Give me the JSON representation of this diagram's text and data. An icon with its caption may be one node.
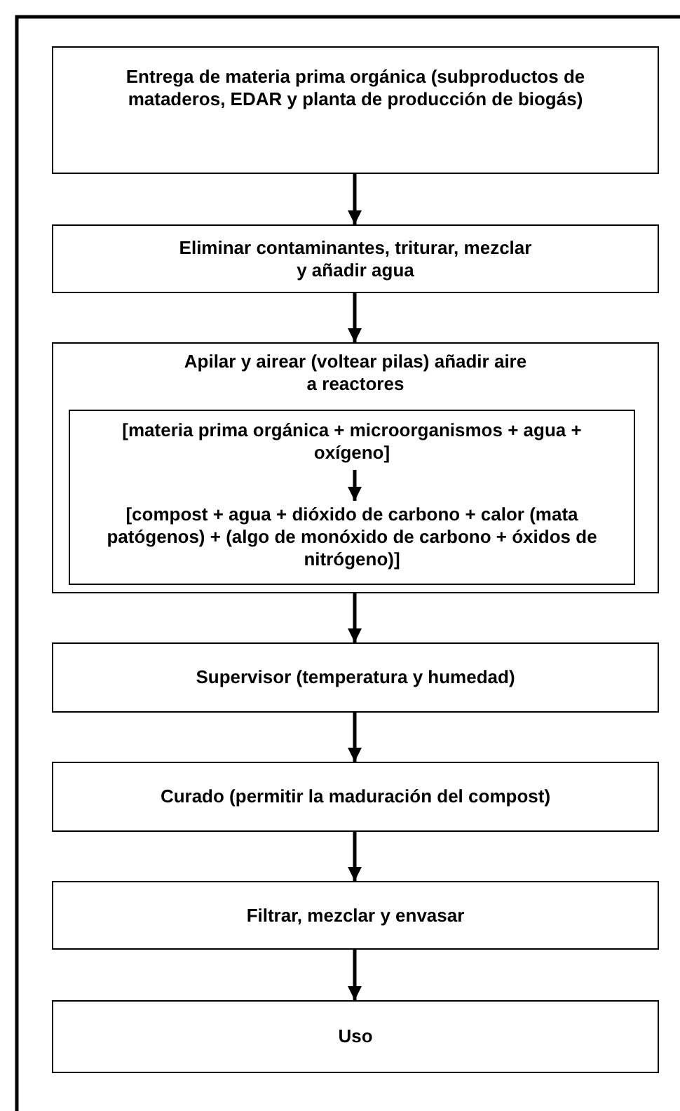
{
  "diagram": {
    "nodes": [
      {
        "text": [
          "Entrega de materia prima orgánica (subproductos de mataderos, EDAR y planta de producción de biogás)"
        ]
      },
      {
        "text": [
          "Eliminar contaminantes, triturar, mezclar y añadir agua"
        ]
      },
      {
        "text": [
          "Apilar y airear (voltear pilas) añadir aire a reactores"
        ]
      },
      {
        "text": [],
        "shape": "box",
        "in": 2
      },
      {
        "text": [
          "[materia prima orgánica + microorganismos + agua + oxígeno]"
        ],
        "in": 3
      },
      {
        "text": [
          "[compost + agua + dióxido de carbono + calor (mata patógenos) + (algo de monóxido de carbono + óxidos de nitrógeno)]"
        ],
        "in": 3
      },
      {
        "text": [
          "Supervisor (temperatura y humedad)"
        ]
      },
      {
        "text": [
          "Curado (permitir la maduración del compost)"
        ]
      },
      {
        "text": [
          "Filtrar, mezclar y envasar"
        ]
      },
      {
        "text": [
          "Uso"
        ]
      }
    ],
    "edges": [
      {
        "from": 0,
        "to": 1,
        "arrow": "to"
      },
      {
        "from": 1,
        "to": 2,
        "arrow": "to"
      },
      {
        "from": 4,
        "to": 5,
        "arrow": "to"
      },
      {
        "from": 2,
        "to": 6,
        "arrow": "to"
      },
      {
        "from": 6,
        "to": 7,
        "arrow": "to"
      },
      {
        "from": 7,
        "to": 8,
        "arrow": "to"
      },
      {
        "from": 8,
        "to": 9,
        "arrow": "to"
      }
    ]
  }
}
